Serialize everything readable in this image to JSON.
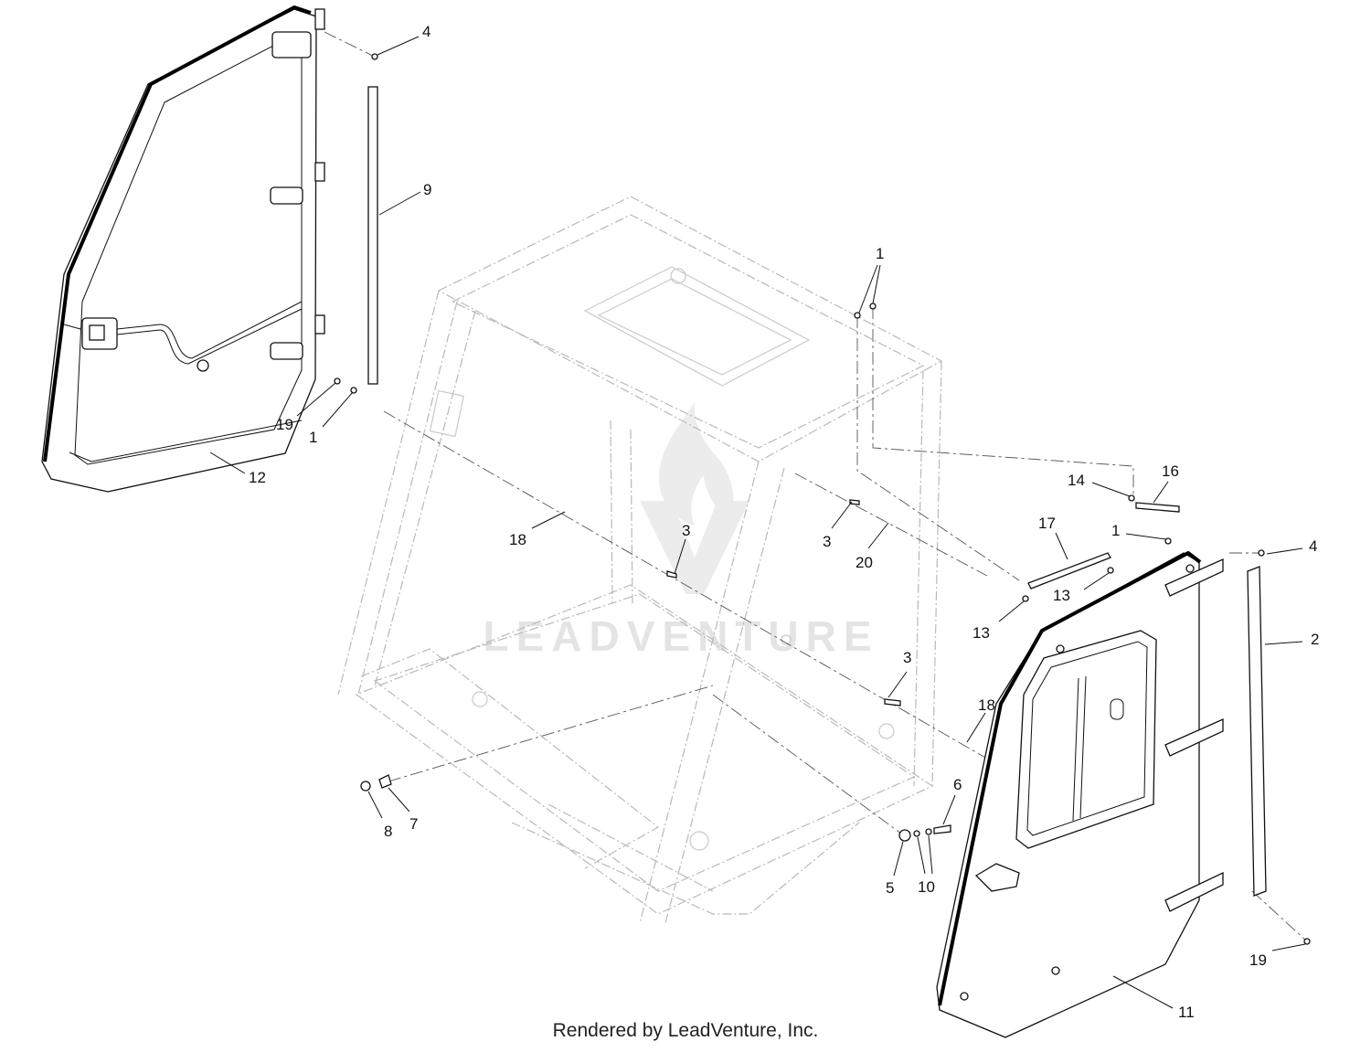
{
  "callouts": [
    {
      "id": "c-4-top",
      "text": "4"
    },
    {
      "id": "c-9",
      "text": "9"
    },
    {
      "id": "c-19-left",
      "text": "19"
    },
    {
      "id": "c-1-left",
      "text": "1"
    },
    {
      "id": "c-12",
      "text": "12"
    },
    {
      "id": "c-1-roof",
      "text": "1"
    },
    {
      "id": "c-18-left",
      "text": "18"
    },
    {
      "id": "c-3-mid",
      "text": "3"
    },
    {
      "id": "c-3-rear",
      "text": "3"
    },
    {
      "id": "c-20",
      "text": "20"
    },
    {
      "id": "c-14",
      "text": "14"
    },
    {
      "id": "c-16",
      "text": "16"
    },
    {
      "id": "c-17",
      "text": "17"
    },
    {
      "id": "c-1-right",
      "text": "1"
    },
    {
      "id": "c-4-right",
      "text": "4"
    },
    {
      "id": "c-13-right",
      "text": "13"
    },
    {
      "id": "c-13-left",
      "text": "13"
    },
    {
      "id": "c-2",
      "text": "2"
    },
    {
      "id": "c-3-low",
      "text": "3"
    },
    {
      "id": "c-18-right",
      "text": "18"
    },
    {
      "id": "c-6",
      "text": "6"
    },
    {
      "id": "c-8",
      "text": "8"
    },
    {
      "id": "c-7",
      "text": "7"
    },
    {
      "id": "c-5",
      "text": "5"
    },
    {
      "id": "c-10",
      "text": "10"
    },
    {
      "id": "c-19-right",
      "text": "19"
    },
    {
      "id": "c-11",
      "text": "11"
    }
  ],
  "watermark": {
    "text": "LEADVENTURE"
  },
  "footer": {
    "text": "Rendered by LeadVenture, Inc."
  }
}
